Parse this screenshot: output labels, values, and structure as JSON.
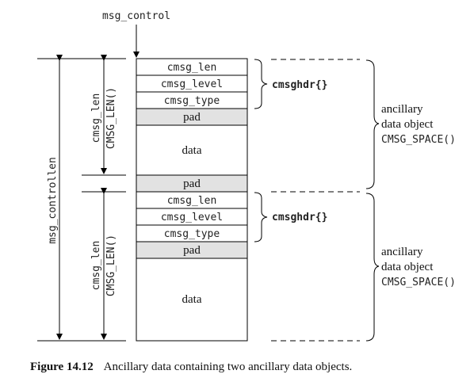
{
  "top_pointer": "msg_control",
  "total_length_label": "msg_controllen",
  "objects": [
    {
      "length_label": "cmsg_len",
      "length_macro": "CMSG_LEN()",
      "fields": [
        "cmsg_len",
        "cmsg_level",
        "cmsg_type"
      ],
      "pad1": "pad",
      "data": "data",
      "pad2": "pad",
      "header_label": "cmsghdr{}",
      "object_label_1": "ancillary",
      "object_label_2": "data object",
      "object_label_3": "CMSG_SPACE()"
    },
    {
      "length_label": "cmsg_len",
      "length_macro": "CMSG_LEN()",
      "fields": [
        "cmsg_len",
        "cmsg_level",
        "cmsg_type"
      ],
      "pad1": "pad",
      "data": "data",
      "header_label": "cmsghdr{}",
      "object_label_1": "ancillary",
      "object_label_2": "data object",
      "object_label_3": "CMSG_SPACE()"
    }
  ],
  "caption": {
    "figure": "Figure 14.12",
    "text": "Ancillary data containing two ancillary data objects."
  }
}
